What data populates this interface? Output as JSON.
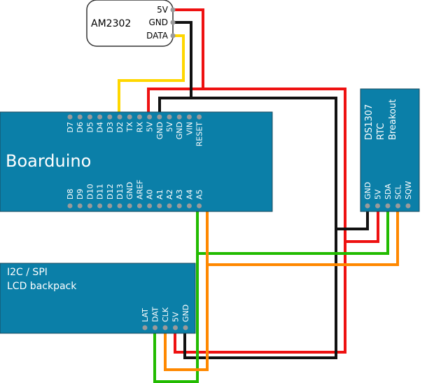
{
  "colors": {
    "board": "#0b7fa8",
    "board_stroke": "#1a4a5c",
    "pin": "#9a9a9a",
    "red": "#ee1111",
    "black": "#111111",
    "yellow": "#ffd700",
    "green": "#22bb00",
    "orange": "#ff8800"
  },
  "sensor": {
    "name": "AM2302",
    "pins": [
      "5V",
      "GND",
      "DATA"
    ]
  },
  "boarduino": {
    "name": "Boarduino",
    "top_pins": [
      "D7",
      "D6",
      "D5",
      "D4",
      "D3",
      "D2",
      "TX",
      "RX",
      "5V",
      "GND",
      "5V",
      "GND",
      "VIN",
      "RESET"
    ],
    "bottom_pins": [
      "D8",
      "D9",
      "D10",
      "D11",
      "D12",
      "D13",
      "GND",
      "AREF",
      "A0",
      "A1",
      "A2",
      "A3",
      "A4",
      "A5"
    ]
  },
  "rtc": {
    "title_lines": [
      "DS1307",
      "RTC",
      "Breakout"
    ],
    "pins": [
      "GND",
      "5V",
      "SDA",
      "SCL",
      "SQW"
    ]
  },
  "lcd": {
    "title_lines": [
      "I2C / SPI",
      "LCD backpack"
    ],
    "pins": [
      "LAT",
      "DAT",
      "CLK",
      "5V",
      "GND"
    ]
  }
}
